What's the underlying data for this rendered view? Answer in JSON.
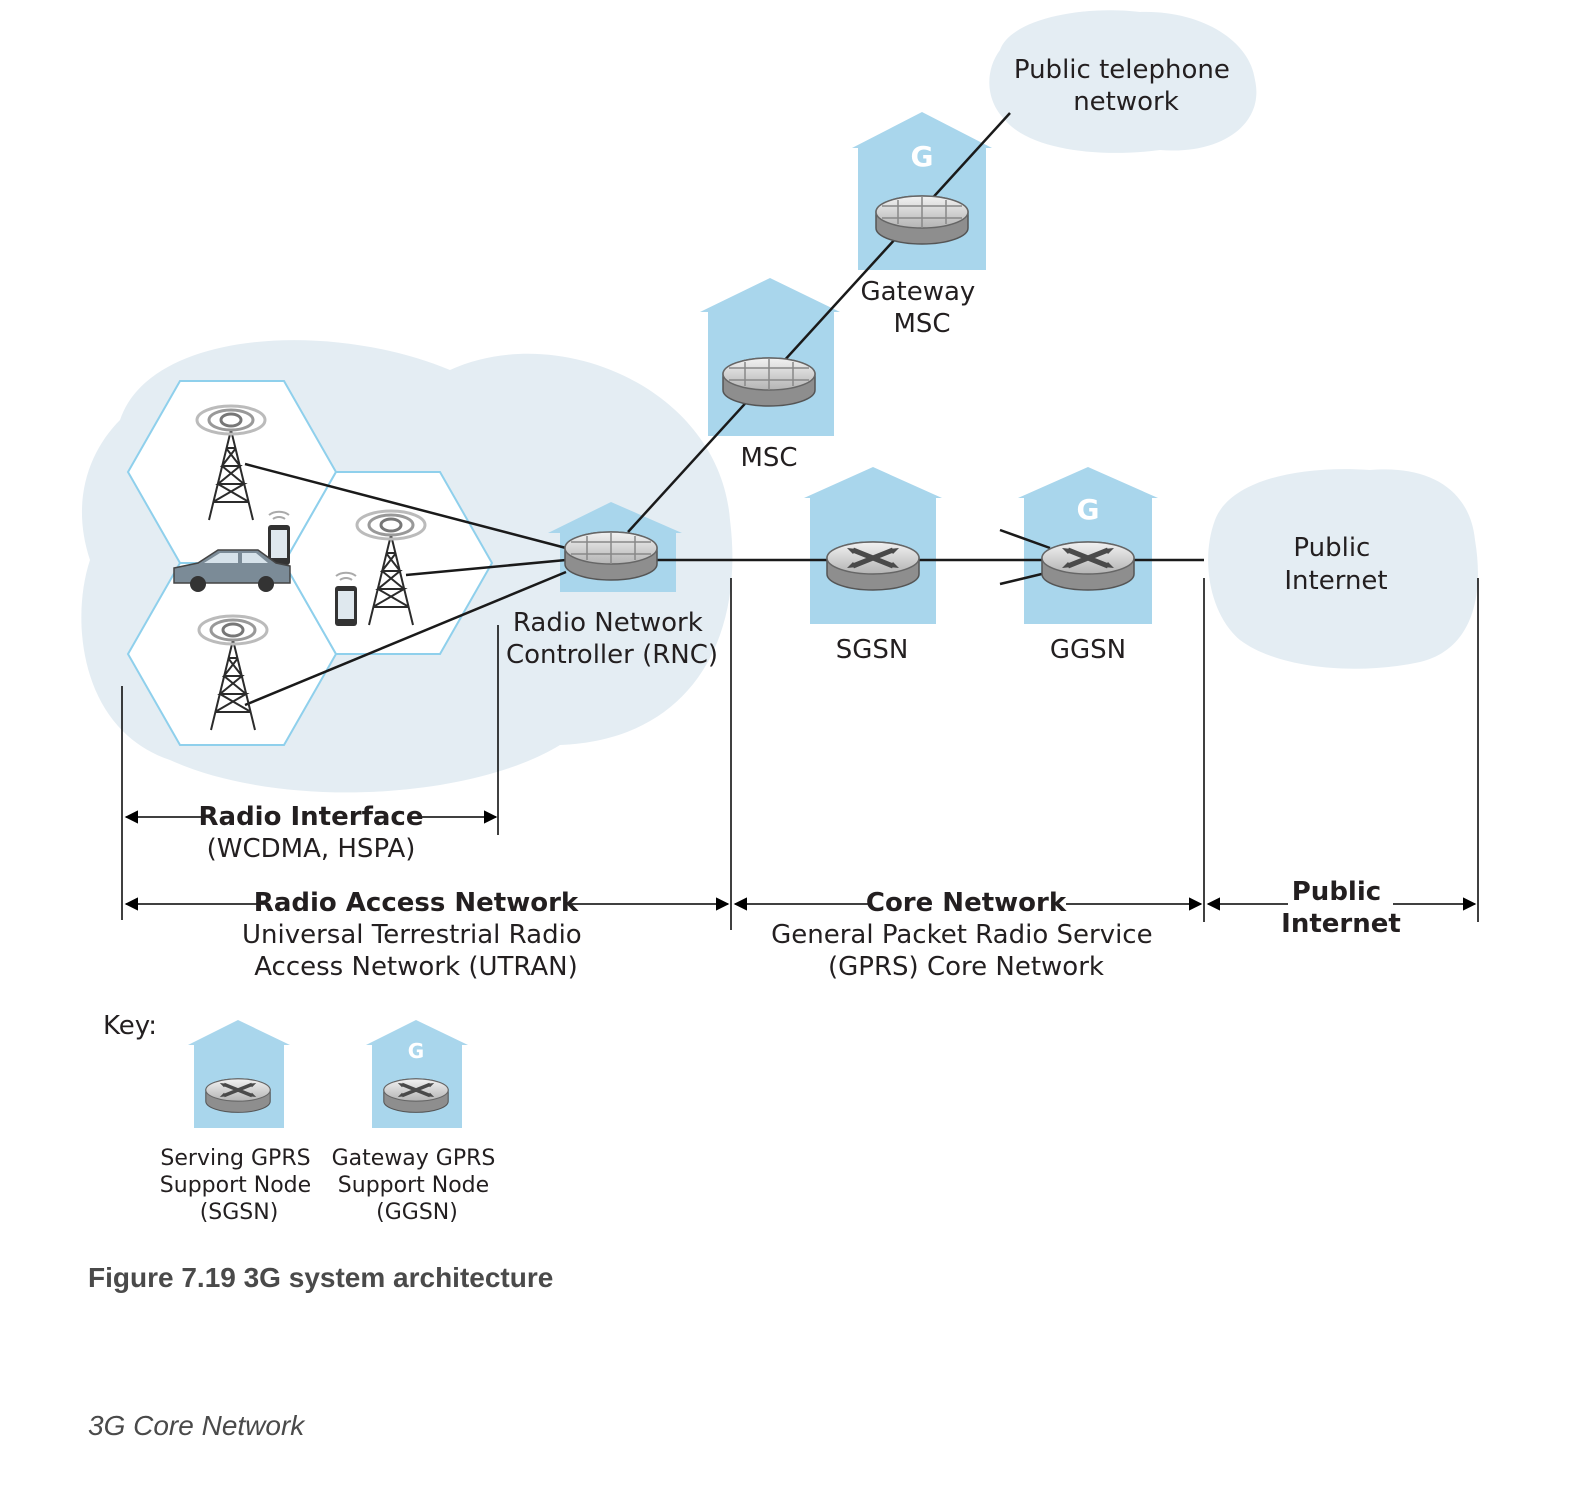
{
  "nodes": {
    "pstn": {
      "line1": "Public telephone",
      "line2": "network"
    },
    "gateway_msc": {
      "badge": "G",
      "line1": "Gateway",
      "line2": "MSC"
    },
    "msc": {
      "label": "MSC"
    },
    "rnc": {
      "line1": "Radio Network",
      "line2": "Controller (RNC)"
    },
    "sgsn": {
      "label": "SGSN"
    },
    "ggsn": {
      "badge": "G",
      "label": "GGSN"
    },
    "internet": {
      "line1": "Public",
      "line2": "Internet"
    }
  },
  "spans": {
    "radio_interface": {
      "title": "Radio Interface",
      "sub": "(WCDMA, HSPA)"
    },
    "ran": {
      "title": "Radio Access Network",
      "sub1": "Universal Terrestrial Radio",
      "sub2": "Access Network (UTRAN)"
    },
    "core": {
      "title": "Core Network",
      "sub1": "General Packet Radio Service",
      "sub2": "(GPRS) Core Network"
    },
    "public_internet": {
      "line1": "Public",
      "line2": "Internet"
    }
  },
  "key": {
    "title": "Key:",
    "sgsn": {
      "line1": "Serving GPRS",
      "line2": "Support Node",
      "line3": "(SGSN)"
    },
    "ggsn": {
      "badge": "G",
      "line1": "Gateway GPRS",
      "line2": "Support Node",
      "line3": "(GGSN)"
    }
  },
  "caption": "Figure 7.19 3G system architecture",
  "subtitle": "3G Core Network",
  "colors": {
    "house": "#a9d6ec",
    "cloud": "#e4edf3",
    "hex_stroke": "#8fd0ec"
  }
}
